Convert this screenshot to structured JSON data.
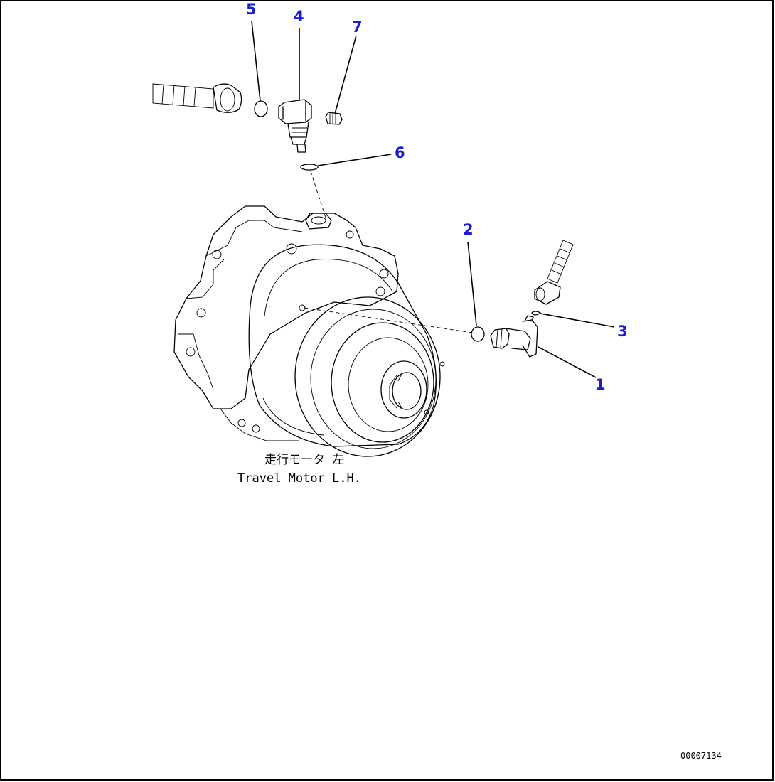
{
  "callouts": [
    {
      "id": "1",
      "label": "1"
    },
    {
      "id": "2",
      "label": "2"
    },
    {
      "id": "3",
      "label": "3"
    },
    {
      "id": "4",
      "label": "4"
    },
    {
      "id": "5",
      "label": "5"
    },
    {
      "id": "6",
      "label": "6"
    },
    {
      "id": "7",
      "label": "7"
    }
  ],
  "caption": {
    "japanese": "走行モータ 左",
    "english": "Travel Motor L.H."
  },
  "drawing_number": "00007134",
  "colors": {
    "callout": "#1a1adc",
    "line": "#000000",
    "background": "#ffffff"
  }
}
